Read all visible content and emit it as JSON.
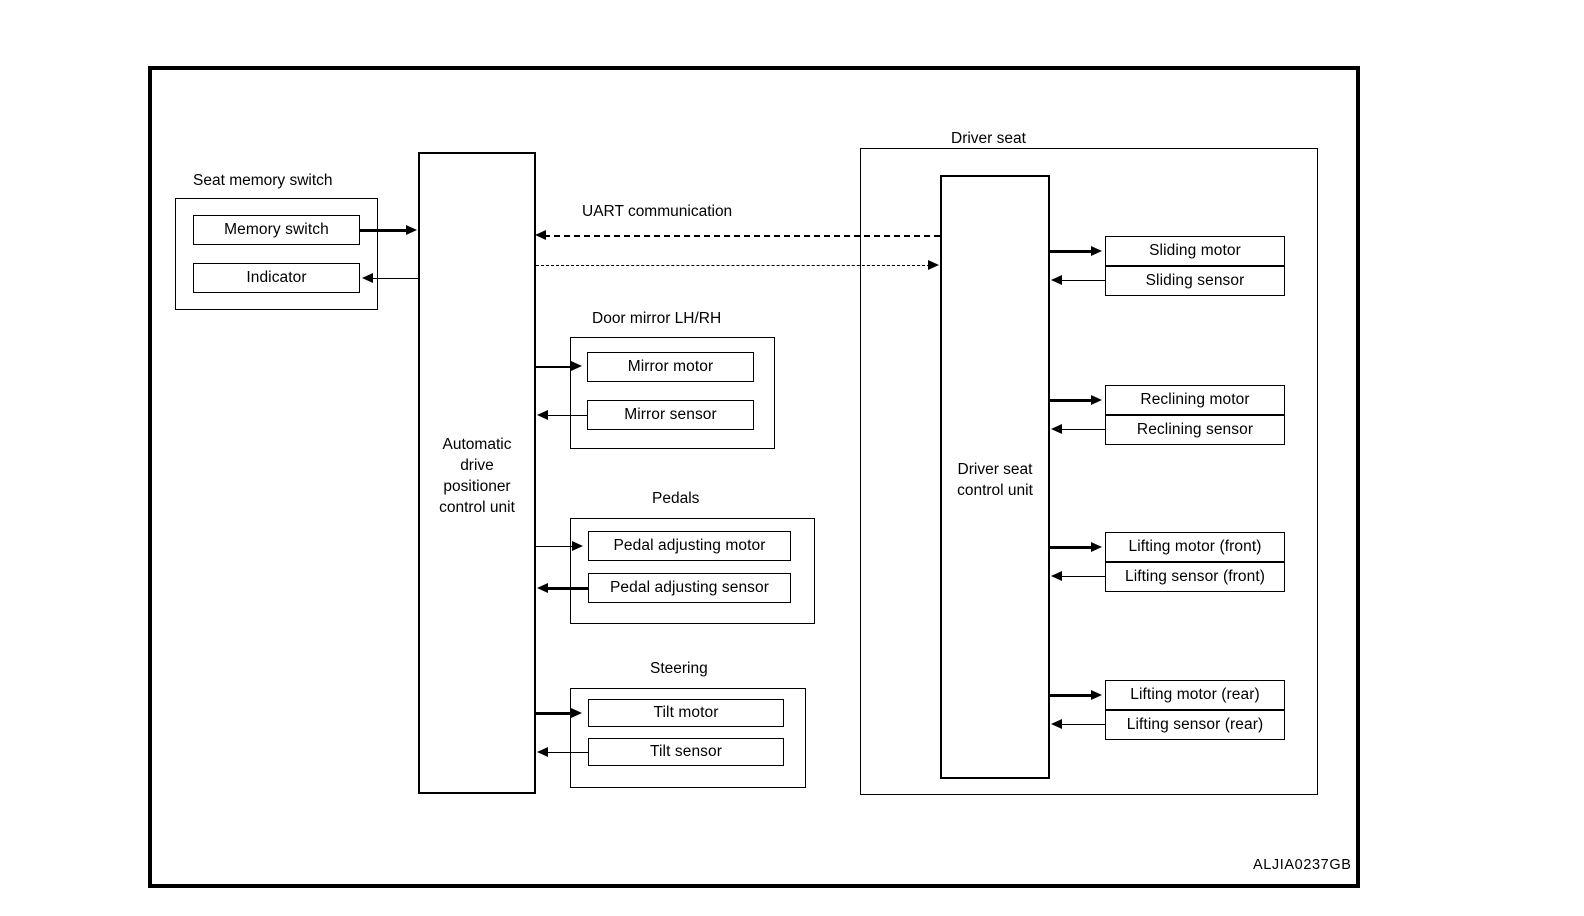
{
  "diagram": {
    "reference_code": "ALJIA0237GB",
    "groups": {
      "seat_memory_switch": {
        "title": "Seat memory switch",
        "items": [
          {
            "label": "Memory switch"
          },
          {
            "label": "Indicator"
          }
        ]
      },
      "door_mirror": {
        "title": "Door mirror LH/RH",
        "items": [
          {
            "label": "Mirror motor"
          },
          {
            "label": "Mirror sensor"
          }
        ]
      },
      "pedals": {
        "title": "Pedals",
        "items": [
          {
            "label": "Pedal adjusting motor"
          },
          {
            "label": "Pedal adjusting sensor"
          }
        ]
      },
      "steering": {
        "title": "Steering",
        "items": [
          {
            "label": "Tilt motor"
          },
          {
            "label": "Tilt sensor"
          }
        ]
      },
      "driver_seat": {
        "title": "Driver seat",
        "items": [
          {
            "label": "Sliding motor"
          },
          {
            "label": "Sliding sensor"
          },
          {
            "label": "Reclining motor"
          },
          {
            "label": "Reclining sensor"
          },
          {
            "label": "Lifting motor (front)"
          },
          {
            "label": "Lifting sensor (front)"
          },
          {
            "label": "Lifting motor (rear)"
          },
          {
            "label": "Lifting sensor (rear)"
          }
        ]
      }
    },
    "units": {
      "automatic_drive_positioner": "Automatic\ndrive\npositioner\ncontrol unit",
      "driver_seat_control": "Driver seat\ncontrol unit"
    },
    "links": {
      "uart": "UART communication"
    }
  }
}
